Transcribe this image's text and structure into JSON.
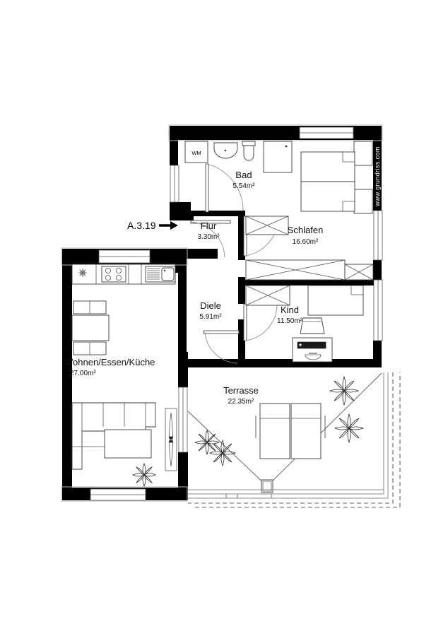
{
  "plan": {
    "unit_label": "A.3.19",
    "watermark": "www.grundriss.com",
    "appliance_label": "WM",
    "rooms": [
      {
        "id": "bad",
        "name": "Bad",
        "area": "5.54m²"
      },
      {
        "id": "flur",
        "name": "Flur",
        "area": "3.30m²"
      },
      {
        "id": "schlafen",
        "name": "Schlafen",
        "area": "16.60m²"
      },
      {
        "id": "diele",
        "name": "Diele",
        "area": "5.91m²"
      },
      {
        "id": "kind",
        "name": "Kind",
        "area": "11.50m²"
      },
      {
        "id": "wohnen",
        "name": "Wohnen/Essen/Küche",
        "area": "27.00m²"
      },
      {
        "id": "terrasse",
        "name": "Terrasse",
        "area": "22.35m²"
      }
    ],
    "colors": {
      "wall": "#000000",
      "background": "#ffffff",
      "furniture_stroke": "#3a3a3a",
      "terrace_dash": "#666666",
      "watermark_text": "#ffffff"
    }
  }
}
